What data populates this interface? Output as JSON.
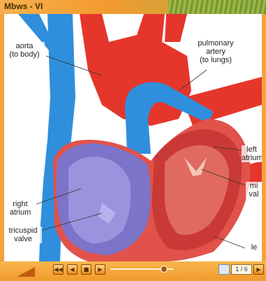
{
  "window": {
    "title": "Mbws - VI"
  },
  "diagram": {
    "labels": {
      "aorta": [
        "aorta",
        "(to body)"
      ],
      "pulmonary_artery": [
        "pulmonary",
        "artery",
        "(to lungs)"
      ],
      "left_atrium": [
        "left",
        "atrium"
      ],
      "mitral_valve": [
        "mi",
        "val"
      ],
      "right_atrium": [
        "right",
        "atrium"
      ],
      "tricuspid_valve": [
        "tricuspid",
        "valve"
      ],
      "left_ventricle": [
        "le"
      ]
    },
    "colors": {
      "artery_red": "#e5362c",
      "vein_blue": "#2f8fdc",
      "chamber_purple": "#7b74c9"
    }
  },
  "toolbar": {
    "first_icon": "first-page-icon",
    "prev_icon": "previous-icon",
    "play_icon": "play-icon",
    "next_icon": "next-icon",
    "slider_value": 0.85,
    "page_indicator": "1 / 6"
  }
}
